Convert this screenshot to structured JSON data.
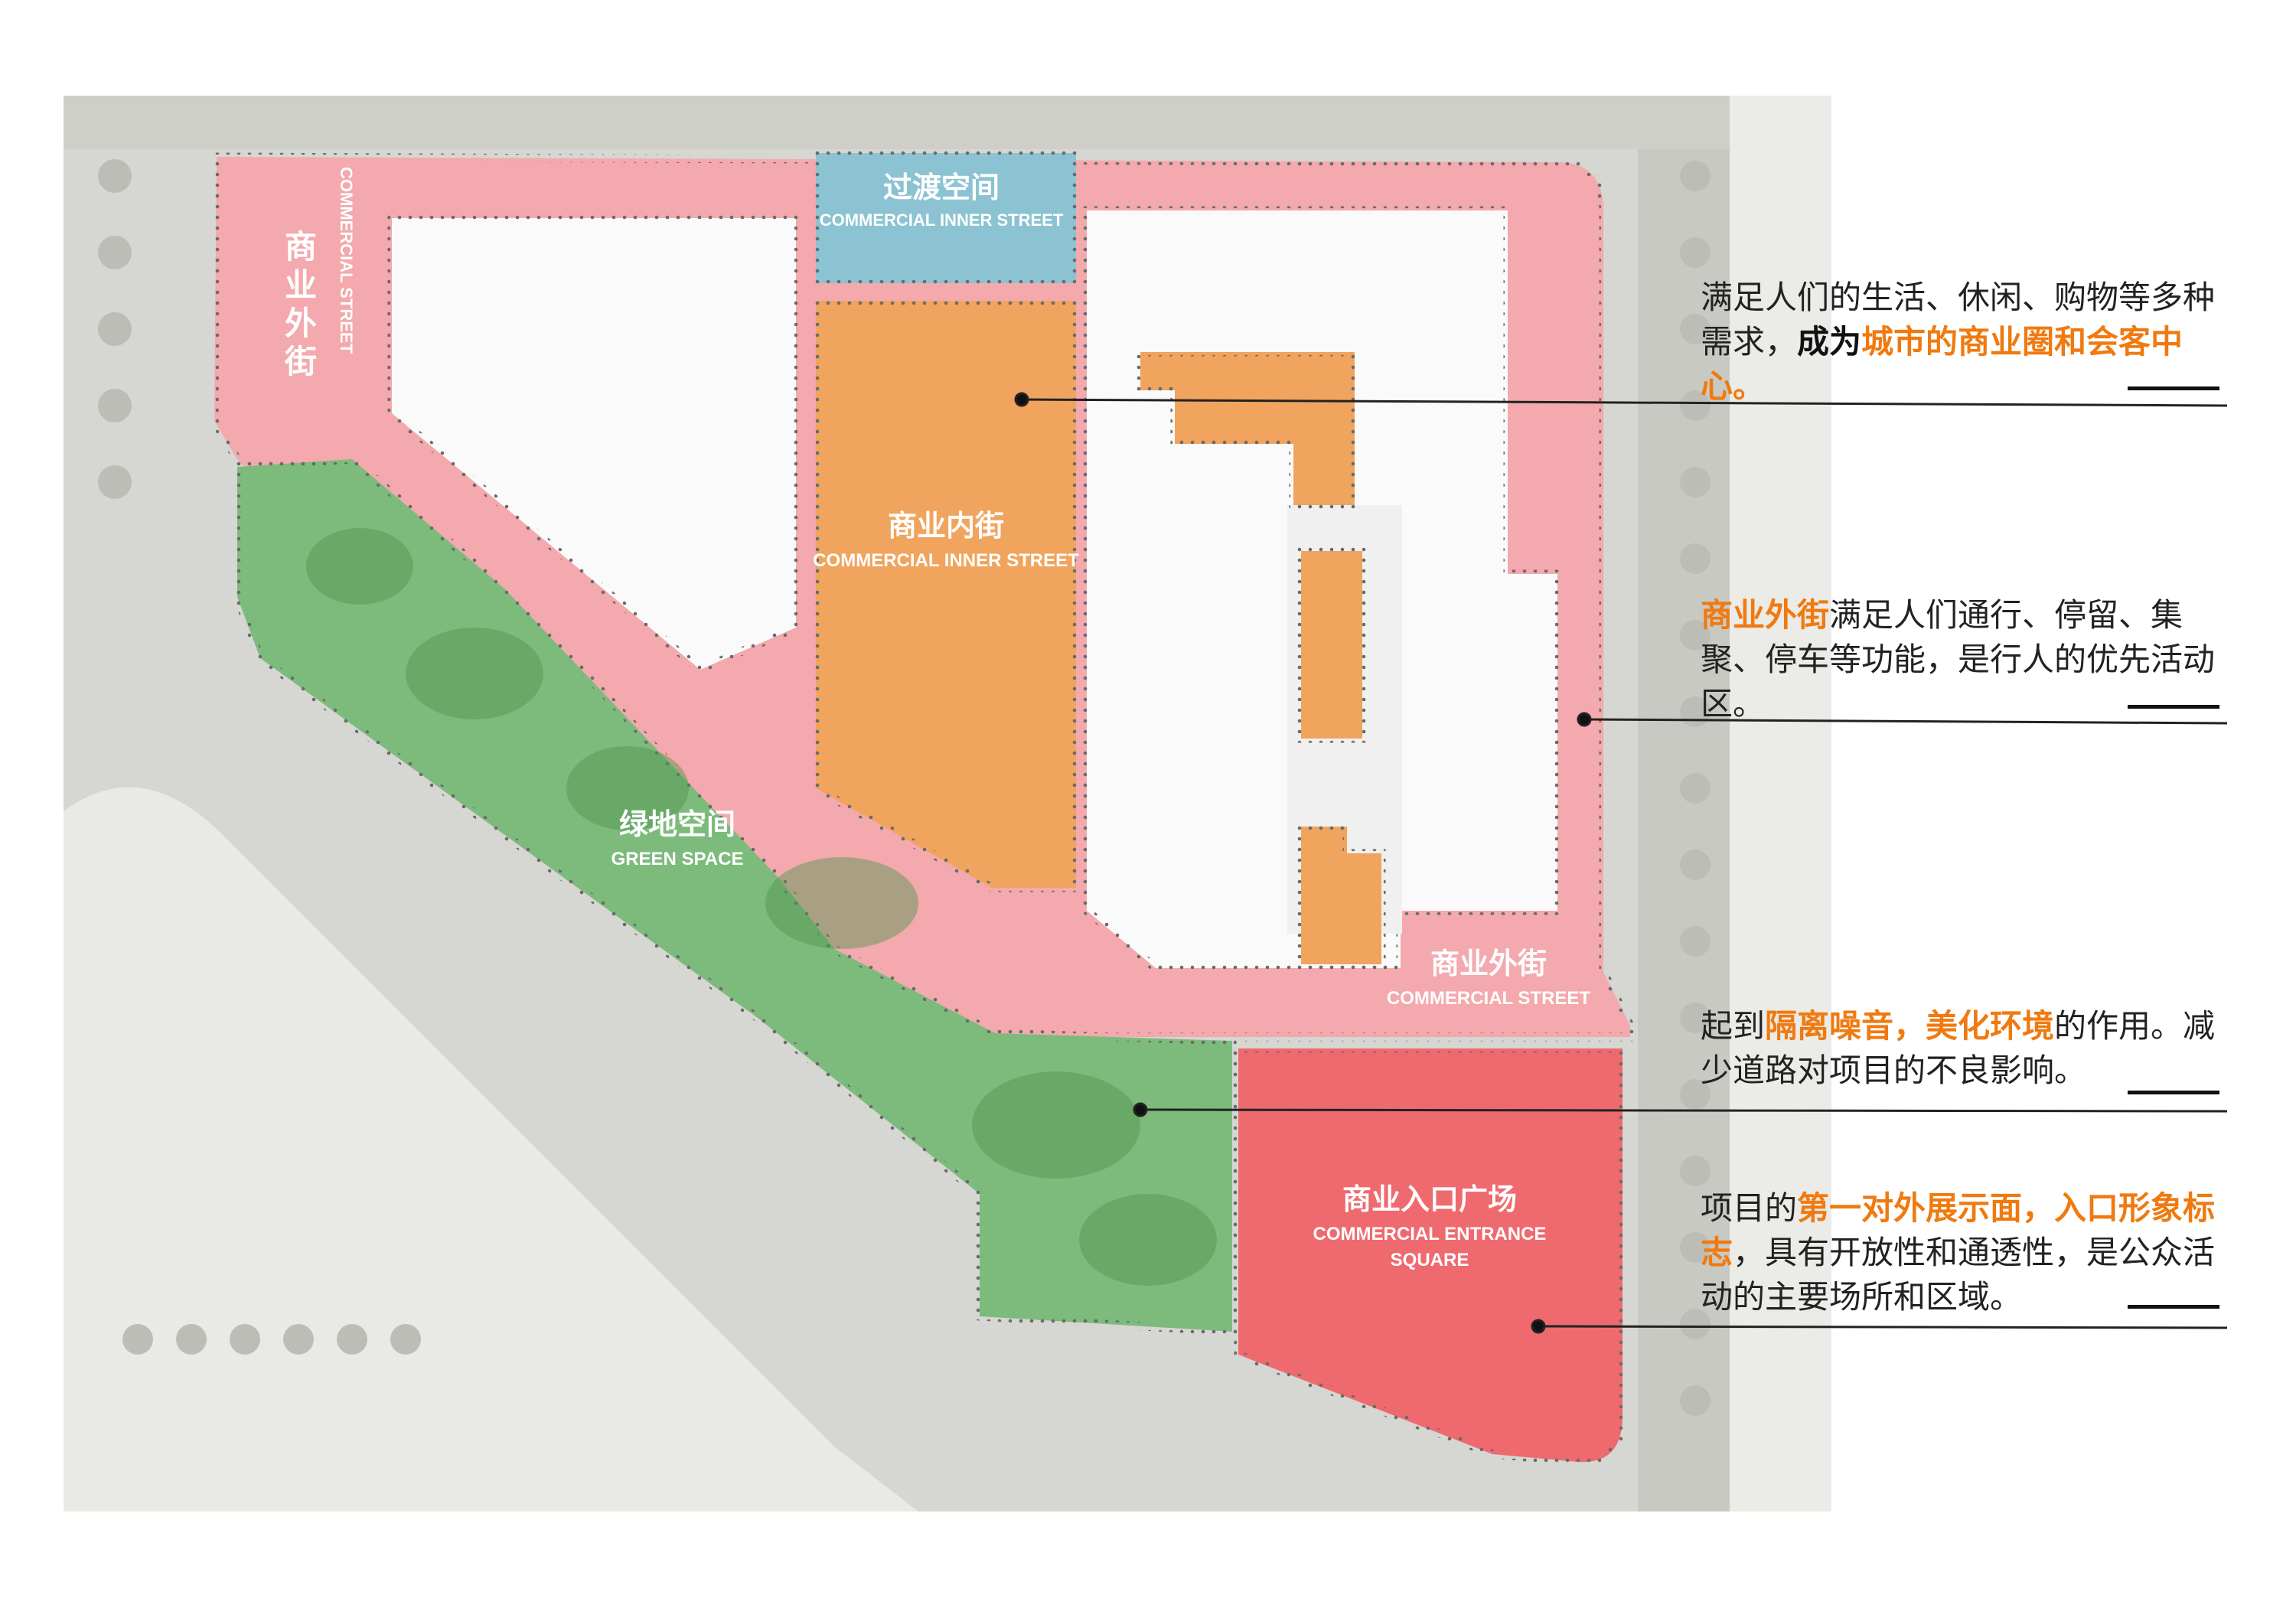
{
  "colors": {
    "commercial_street": "#f3a9ad",
    "transition_space": "#8cc3d3",
    "inner_street": "#f0a45d",
    "green_space": "#7dbb7d",
    "entrance_square": "#ef6a6e",
    "highlight_text": "#f07a10",
    "dotted_border": "#555555"
  },
  "zones": {
    "outer_street_top_left": {
      "cn": "商业外街",
      "en": "COMMERCIAL STREET"
    },
    "transition": {
      "cn": "过渡空间",
      "en": "COMMERCIAL INNER STREET"
    },
    "inner_street": {
      "cn": "商业内街",
      "en": "COMMERCIAL INNER STREET"
    },
    "green": {
      "cn": "绿地空间",
      "en": "GREEN SPACE"
    },
    "outer_street_bottom": {
      "cn": "商业外街",
      "en": "COMMERCIAL STREET"
    },
    "entrance": {
      "cn": "商业入口广场",
      "en_line1": "COMMERCIAL ENTRANCE",
      "en_line2": "SQUARE"
    }
  },
  "annotations": {
    "a1": {
      "p1": "满足人们的生活、休闲、购物等多种需求，",
      "p2": "成为",
      "p3": "城市的商业圈和会客中心。"
    },
    "a2": {
      "p1": "商业外街",
      "p2": "满足人们通行、停留、集聚、停车等功能，是行人的优先活动区。"
    },
    "a3": {
      "p1": "起到",
      "p2": "隔离噪音，美化环境",
      "p3": "的作用。减少道路对项目的不良影响。"
    },
    "a4": {
      "p1": "项目的",
      "p2": "第一对外展示面，入口形象标志",
      "p3": "，具有开放性和通透性，是公众活动的主要场所和区域。"
    }
  }
}
